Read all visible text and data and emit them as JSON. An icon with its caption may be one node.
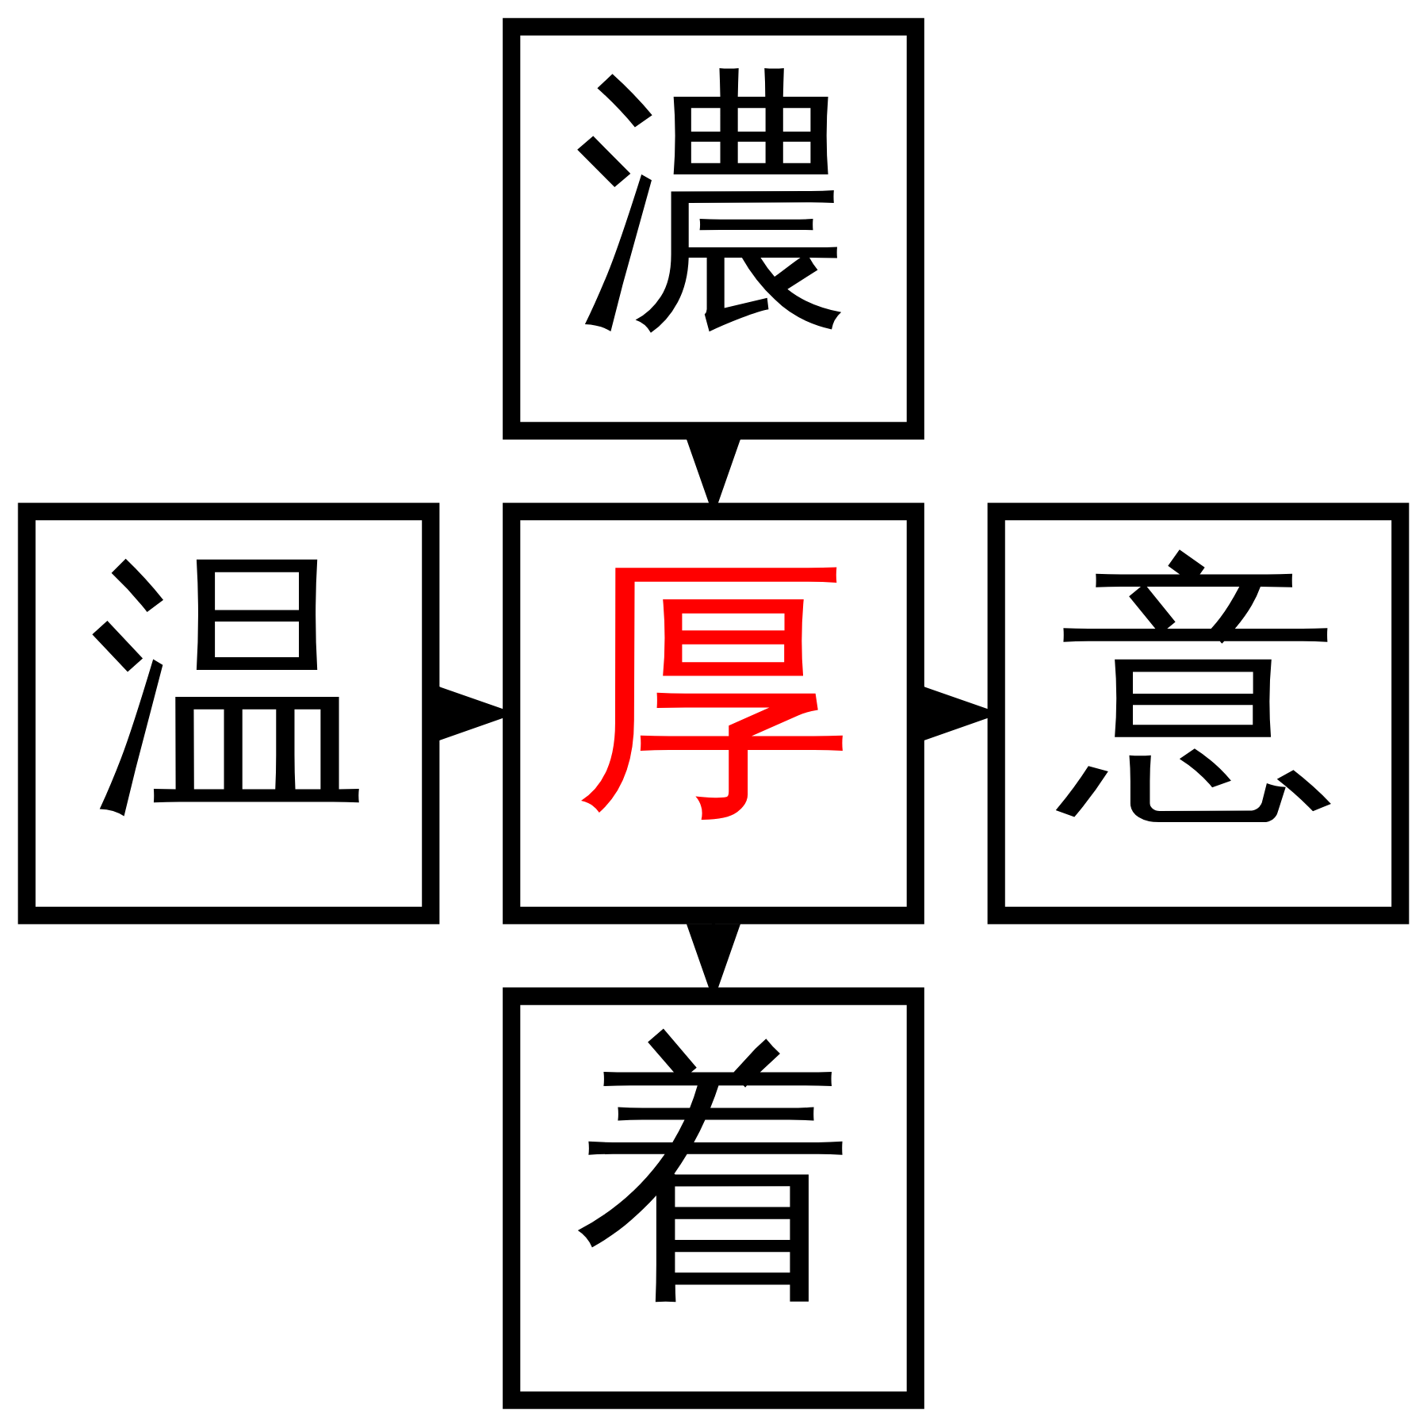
{
  "diagram": {
    "nodes": [
      {
        "text": [
          "濃"
        ]
      },
      {
        "text": [
          "温"
        ]
      },
      {
        "text": [
          "厚"
        ]
      },
      {
        "text": [
          "意"
        ]
      },
      {
        "text": [
          "着"
        ]
      }
    ],
    "edges": [
      {
        "from": 0,
        "to": 2,
        "arrow": "to"
      },
      {
        "from": 1,
        "to": 2,
        "arrow": "to"
      },
      {
        "from": 2,
        "to": 3,
        "arrow": "to"
      },
      {
        "from": 2,
        "to": 4,
        "arrow": "to"
      }
    ]
  }
}
